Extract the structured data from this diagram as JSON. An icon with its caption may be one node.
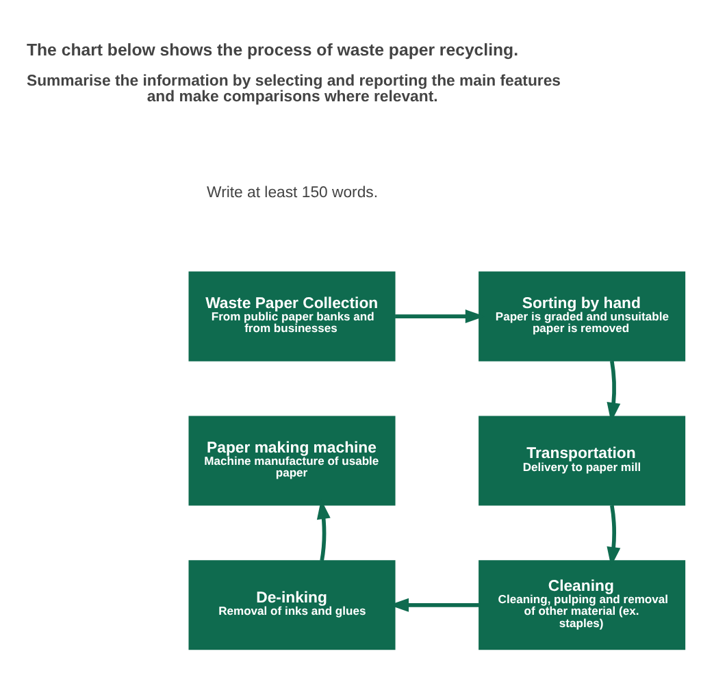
{
  "diagram": {
    "title": "The chart below shows the process of waste paper recycling.",
    "nodes": [
      {
        "text": [
          "Waste Paper Collection",
          "From public paper banks and from businesses"
        ]
      },
      {
        "text": [
          "Sorting by hand",
          "Paper is graded and unsuitable paper is removed"
        ]
      },
      {
        "text": [
          "Paper making machine",
          "Machine manufacture of usable paper"
        ]
      },
      {
        "text": [
          "Transportation",
          "Delivery to paper mill"
        ]
      },
      {
        "text": [
          "De-inking",
          "Removal of inks and glues"
        ]
      },
      {
        "text": [
          "Cleaning",
          "Cleaning, pulping and removal of other material (ex. staples)"
        ]
      }
    ],
    "edges": [
      {
        "from": 0,
        "to": 1,
        "arrow": "to"
      },
      {
        "from": 1,
        "to": 3,
        "arrow": "to"
      },
      {
        "from": 3,
        "to": 5,
        "arrow": "to"
      },
      {
        "from": 5,
        "to": 4,
        "arrow": "to"
      },
      {
        "from": 4,
        "to": 2,
        "arrow": "to"
      }
    ],
    "labels": [
      "Summarise the information by selecting and reporting the main features and make comparisons where relevant.",
      "Write at least 150 words."
    ]
  }
}
